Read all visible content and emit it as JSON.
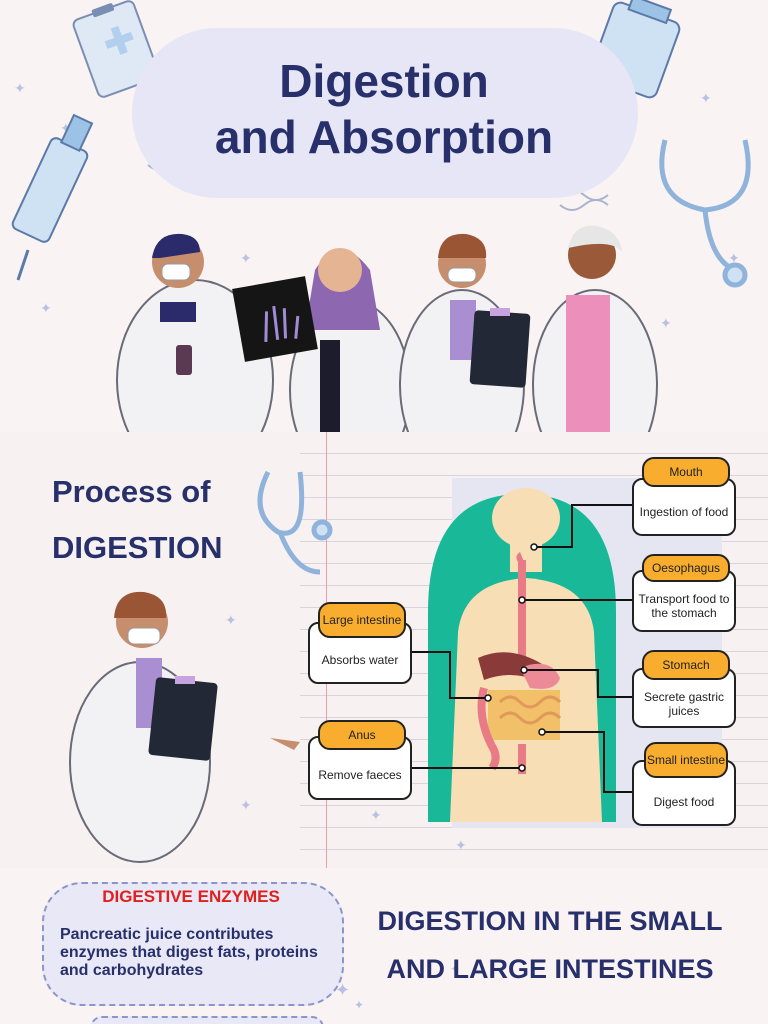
{
  "header": {
    "title_line1": "Digestion",
    "title_line2": "and Absorption"
  },
  "process": {
    "title_line1": "Process of",
    "title_line2": "DIGESTION",
    "organs": [
      {
        "name": "Mouth",
        "function": "Ingestion of food"
      },
      {
        "name": "Oesophagus",
        "function": "Transport food to the stomach"
      },
      {
        "name": "Stomach",
        "function": "Secrete gastric juices"
      },
      {
        "name": "Small intestine",
        "function": "Digest food"
      },
      {
        "name": "Large intestine",
        "function": "Absorbs water"
      },
      {
        "name": "Anus",
        "function": "Remove faeces"
      }
    ]
  },
  "enzymes": {
    "title": "DIGESTIVE ENZYMES",
    "body": "Pancreatic juice contributes enzymes that digest fats, proteins and carbohydrates"
  },
  "intestines": {
    "title_line1": "DIGESTION IN THE SMALL",
    "title_line2": "AND LARGE INTESTINES"
  },
  "colors": {
    "navy": "#27306a",
    "orange": "#f8ad2e",
    "teal": "#18b898",
    "red": "#e0201c"
  }
}
